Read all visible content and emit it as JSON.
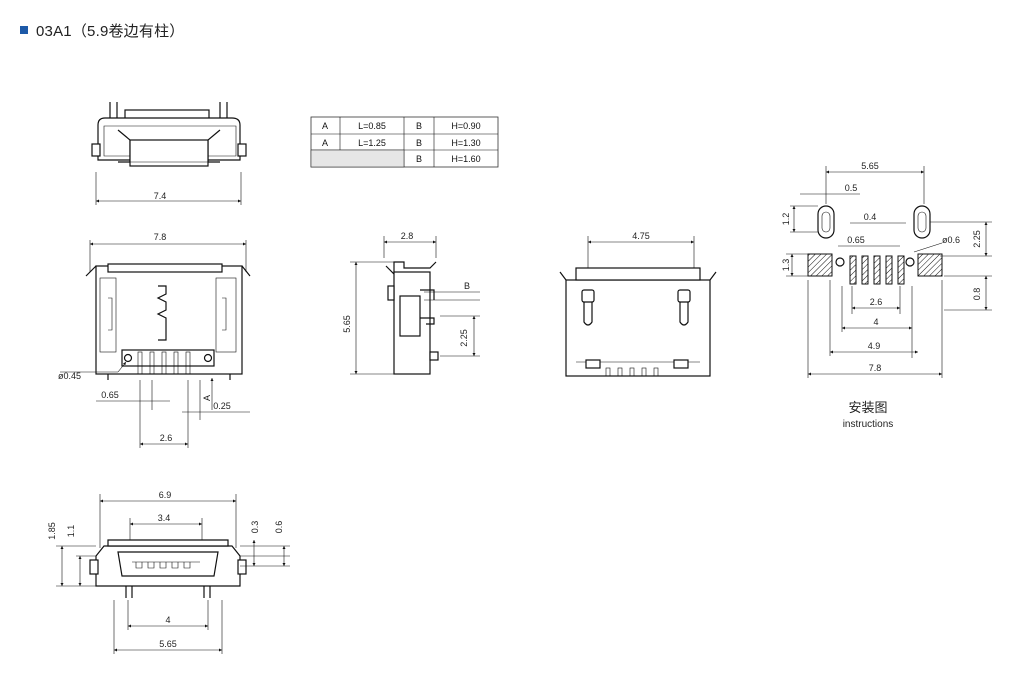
{
  "header": {
    "title": "03A1（5.9卷边有柱）"
  },
  "table": {
    "rows": [
      [
        "A",
        "L=0.85",
        "B",
        "H=0.90"
      ],
      [
        "A",
        "L=1.25",
        "B",
        "H=1.30"
      ],
      [
        "",
        "",
        "B",
        "H=1.60"
      ]
    ]
  },
  "top_view": {
    "d_width": "7.4"
  },
  "front_view": {
    "d_width": "7.8",
    "d_hole": "ø0.45",
    "d_065": "0.65",
    "d_025": "0.25",
    "d_pitch": "2.6",
    "lbl_a": "A"
  },
  "side_view": {
    "d_28": "2.8",
    "d_565": "5.65",
    "d_225": "2.25",
    "lbl_b": "B"
  },
  "back_view": {
    "d_475": "4.75"
  },
  "footprint": {
    "d_565": "5.65",
    "d_05": "0.5",
    "d_12": "1.2",
    "d_04": "0.4",
    "d_065": "0.65",
    "d_06": "ø0.6",
    "d_225": "2.25",
    "d_13": "1.3",
    "d_08": "0.8",
    "d_26": "2.6",
    "d_4": "4",
    "d_49": "4.9",
    "d_78": "7.8",
    "caption_cn": "安装图",
    "caption_en": "instructions"
  },
  "bottom_view": {
    "d_69": "6.9",
    "d_34": "3.4",
    "d_185": "1.85",
    "d_11": "1.1",
    "d_03": "0.3",
    "d_06": "0.6",
    "d_4": "4",
    "d_565": "5.65"
  },
  "colors": {
    "bullet": "#1e5aa8"
  }
}
